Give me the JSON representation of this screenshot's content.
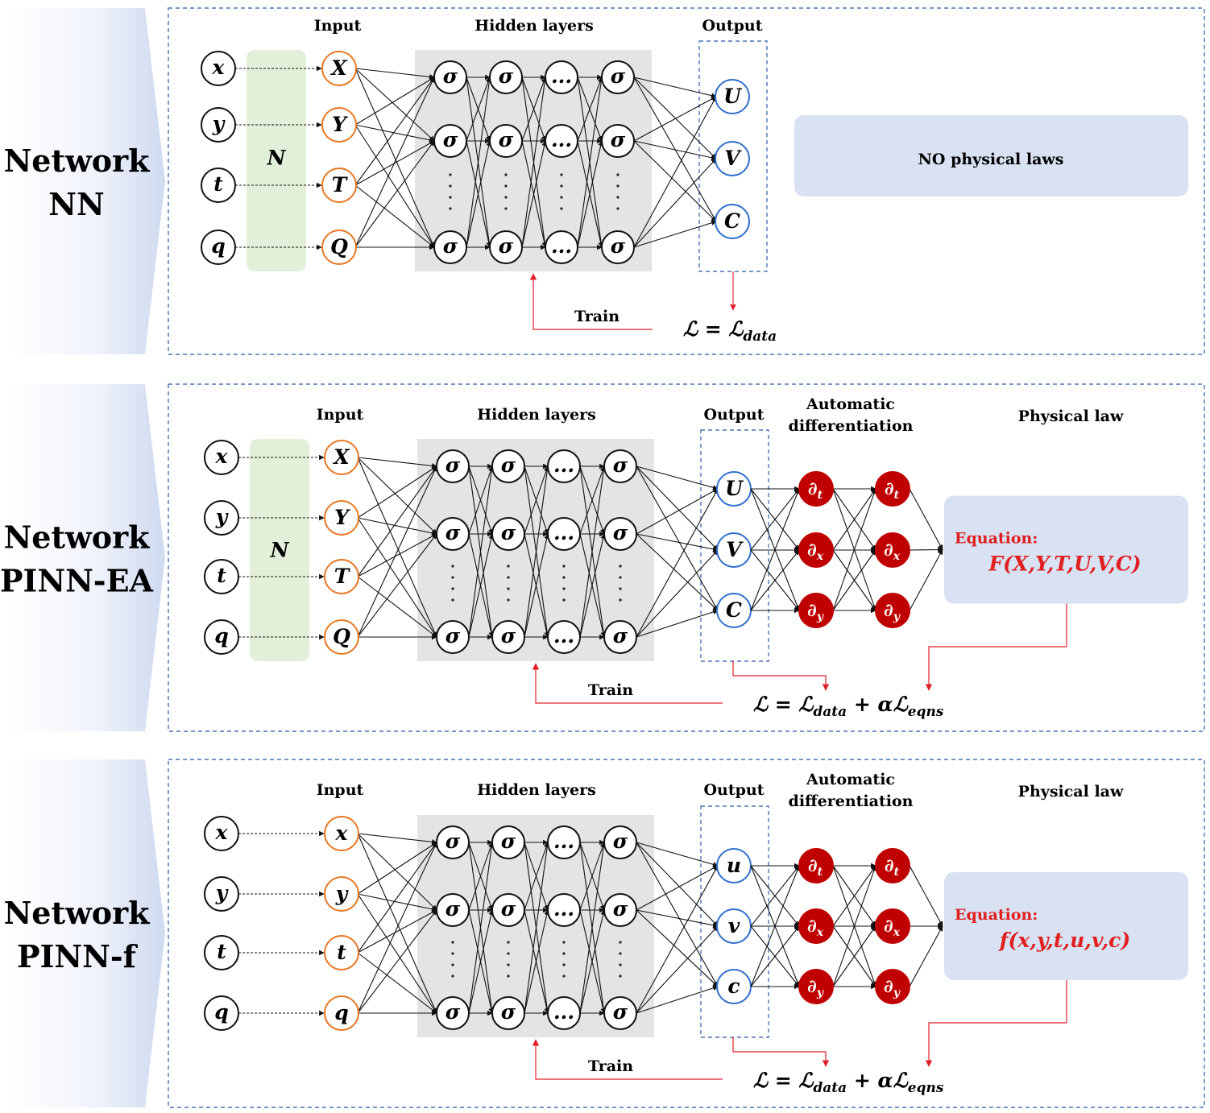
{
  "panels": [
    {
      "title_line1": "Network",
      "title_line2": "NN",
      "input_header": "Input",
      "hidden_header": "Hidden layers",
      "output_header": "Output",
      "raw_inputs": [
        "x",
        "y",
        "t",
        "q"
      ],
      "norm_label": "N",
      "inputs": [
        "X",
        "Y",
        "T",
        "Q"
      ],
      "outputs": [
        "U",
        "V",
        "C"
      ],
      "train_label": "Train",
      "loss": {
        "lhs": "ℒ = ℒ",
        "sub1": "data"
      },
      "physics_box": "NO physical laws"
    },
    {
      "title_line1": "Network",
      "title_line2": "PINN-EA",
      "input_header": "Input",
      "hidden_header": "Hidden layers",
      "output_header": "Output",
      "ad_header_1": "Automatic",
      "ad_header_2": "differentiation",
      "law_header": "Physical law",
      "raw_inputs": [
        "x",
        "y",
        "t",
        "q"
      ],
      "norm_label": "N",
      "inputs": [
        "X",
        "Y",
        "T",
        "Q"
      ],
      "outputs": [
        "U",
        "V",
        "C"
      ],
      "ad_nodes": [
        {
          "d": "∂",
          "s": "t"
        },
        {
          "d": "∂",
          "s": "x"
        },
        {
          "d": "∂",
          "s": "y"
        }
      ],
      "train_label": "Train",
      "loss": {
        "lhs": "ℒ = ℒ",
        "sub1": "data",
        "mid": " + αℒ",
        "sub2": "eqns"
      },
      "equation_label": "Equation:",
      "equation": "F(X,Y,T,U,V,C)"
    },
    {
      "title_line1": "Network",
      "title_line2": "PINN-f",
      "input_header": "Input",
      "hidden_header": "Hidden layers",
      "output_header": "Output",
      "ad_header_1": "Automatic",
      "ad_header_2": "differentiation",
      "law_header": "Physical law",
      "raw_inputs": [
        "x",
        "y",
        "t",
        "q"
      ],
      "inputs": [
        "x",
        "y",
        "t",
        "q"
      ],
      "outputs": [
        "u",
        "v",
        "c"
      ],
      "ad_nodes": [
        {
          "d": "∂",
          "s": "t"
        },
        {
          "d": "∂",
          "s": "x"
        },
        {
          "d": "∂",
          "s": "y"
        }
      ],
      "train_label": "Train",
      "loss": {
        "lhs": "ℒ = ℒ",
        "sub1": "data",
        "mid": " + αℒ",
        "sub2": "eqns"
      },
      "equation_label": "Equation:",
      "equation": "f(x,y,t,u,v,c)"
    }
  ],
  "hidden_node_symbol": "σ",
  "hidden_ellipsis": "...",
  "colors": {
    "input_node": "#e87722",
    "output_node": "#2f6fce",
    "ad_node": "#c00000",
    "equation": "#e02020",
    "train_arrow": "#e0202a",
    "frame": "#4a74b8",
    "norm_box": "#e2f0d9",
    "hidden_box": "#e4e4e4",
    "law_box": "#d9e2f3"
  },
  "icons": {
    "connector": "arrow",
    "node": "circle"
  }
}
